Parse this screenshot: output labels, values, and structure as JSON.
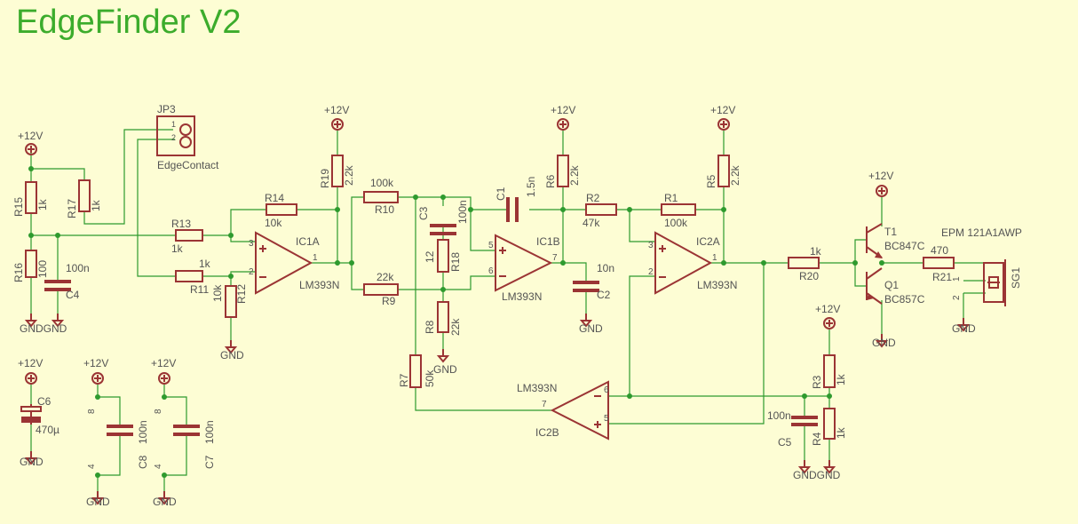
{
  "title": "EdgeFinder V2",
  "labels": {
    "v12": "+12V",
    "gnd": "GND",
    "gndgnd": "GNDGND",
    "jp3": "JP3",
    "jp3_p1": "1",
    "jp3_p2": "2",
    "jp3_val": "EdgeContact",
    "r15": "R15",
    "r15v": "1k",
    "r16": "R16",
    "r16v": "100",
    "r17": "R17",
    "r17v": "1k",
    "c4": "C4",
    "c4v": "100n",
    "r13": "R13",
    "r13v": "1k",
    "r11": "R11",
    "r11v": "1k",
    "r12": "R12",
    "r12v": "10k",
    "r14": "R14",
    "r14v": "10k",
    "r19": "R19",
    "r19v": "2.2k",
    "ic1a": "IC1A",
    "ic1a_val": "LM393N",
    "pin1": "1",
    "pin2": "2",
    "pin3": "3",
    "pin4": "4",
    "pin5": "5",
    "pin6": "6",
    "pin7": "7",
    "pin8": "8",
    "r10": "R10",
    "r10v": "100k",
    "r9": "R9",
    "r9v": "22k",
    "c3": "C3",
    "c3v": "100n",
    "r18": "R18",
    "r18v": "12",
    "r8": "R8",
    "r8v": "22k",
    "r7": "R7",
    "r7v": "50k",
    "c1": "C1",
    "c1v": "1.5n",
    "r6": "R6",
    "r6v": "2.2k",
    "ic1b": "IC1B",
    "ic1b_val": "LM393N",
    "c2": "C2",
    "c2v": "10n",
    "r2": "R2",
    "r2v": "47k",
    "r1": "R1",
    "r1v": "100k",
    "r5": "R5",
    "r5v": "2.2k",
    "ic2a": "IC2A",
    "ic2a_val": "LM393N",
    "ic2b": "IC2B",
    "ic2b_val": "LM393N",
    "r20": "R20",
    "r20v": "1k",
    "t1": "T1",
    "t1v": "BC847C",
    "q1": "Q1",
    "q1v": "BC857C",
    "r21": "R21",
    "r21v": "470",
    "sg1": "SG1",
    "sg1v": "EPM 121A1AWP",
    "r3": "R3",
    "r3v": "1k",
    "r4": "R4",
    "r4v": "1k",
    "c5": "C5",
    "c5v": "100n",
    "c6": "C6",
    "c6v": "470µ",
    "c8": "C8",
    "c8v": "100n",
    "c7": "C7",
    "c7v": "100n"
  }
}
